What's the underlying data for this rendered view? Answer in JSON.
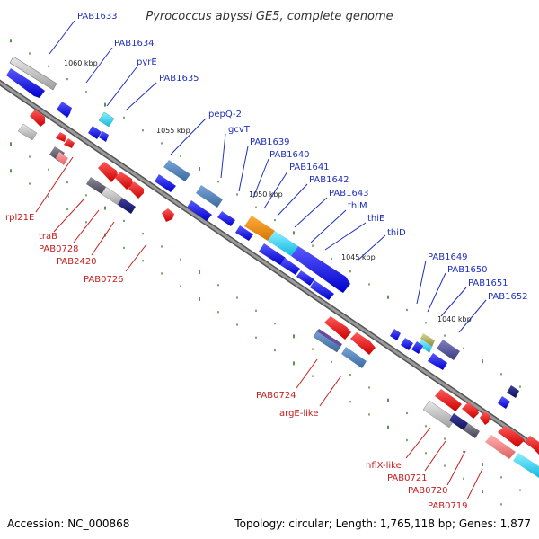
{
  "title": "Pyrococcus abyssi GE5, complete genome",
  "footer": {
    "accession": "Accession: NC_000868",
    "summary": "Topology: circular; Length: 1,765,118 bp; Genes: 1,877"
  },
  "kbp_marks": [
    "1060 kbp",
    "1055 kbp",
    "1050 kbp",
    "1045 kbp",
    "1040 kbp"
  ],
  "top_labels": [
    "PAB1633",
    "PAB1634",
    "pyrE",
    "PAB1635",
    "pepQ-2",
    "gcvT",
    "PAB1639",
    "PAB1640",
    "PAB1641",
    "PAB1642",
    "PAB1643",
    "thiM",
    "thiE",
    "thiD",
    "PAB1649",
    "PAB1650",
    "PAB1651",
    "PAB1652"
  ],
  "bottom_labels": [
    "rpl21E",
    "traB",
    "PAB0728",
    "PAB2420",
    "PAB0726",
    "PAB0724",
    "argE-like",
    "hflX-like",
    "PAB0721",
    "PAB0720",
    "PAB0719"
  ],
  "colors": {
    "backbone": "#7a7a7a",
    "forward_gene": "#1a1ae6",
    "reverse_gene": "#e61a1a",
    "label_top": "#1f2fbf",
    "label_bottom": "#c81c1c",
    "tick": "#2e7d1e"
  }
}
